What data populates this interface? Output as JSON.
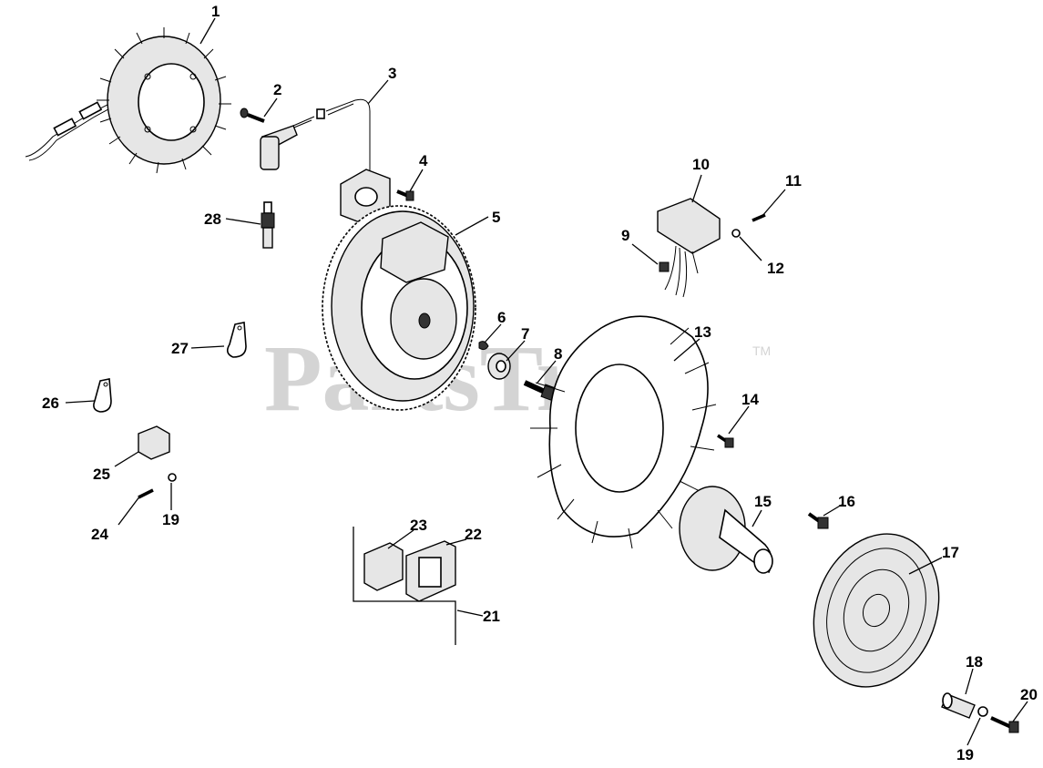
{
  "watermark": {
    "text": "PartsTree",
    "trademark": "TM"
  },
  "callouts": [
    {
      "id": "c1",
      "number": "1"
    },
    {
      "id": "c2",
      "number": "2"
    },
    {
      "id": "c3",
      "number": "3"
    },
    {
      "id": "c4",
      "number": "4"
    },
    {
      "id": "c5",
      "number": "5"
    },
    {
      "id": "c6",
      "number": "6"
    },
    {
      "id": "c7",
      "number": "7"
    },
    {
      "id": "c8",
      "number": "8"
    },
    {
      "id": "c9",
      "number": "9"
    },
    {
      "id": "c10",
      "number": "10"
    },
    {
      "id": "c11",
      "number": "11"
    },
    {
      "id": "c12",
      "number": "12"
    },
    {
      "id": "c13",
      "number": "13"
    },
    {
      "id": "c14",
      "number": "14"
    },
    {
      "id": "c15",
      "number": "15"
    },
    {
      "id": "c16",
      "number": "16"
    },
    {
      "id": "c17",
      "number": "17"
    },
    {
      "id": "c18",
      "number": "18"
    },
    {
      "id": "c19a",
      "number": "19"
    },
    {
      "id": "c19b",
      "number": "19"
    },
    {
      "id": "c20",
      "number": "20"
    },
    {
      "id": "c21",
      "number": "21"
    },
    {
      "id": "c22",
      "number": "22"
    },
    {
      "id": "c23",
      "number": "23"
    },
    {
      "id": "c24",
      "number": "24"
    },
    {
      "id": "c25",
      "number": "25"
    },
    {
      "id": "c26",
      "number": "26"
    },
    {
      "id": "c27",
      "number": "27"
    },
    {
      "id": "c28",
      "number": "28"
    }
  ]
}
